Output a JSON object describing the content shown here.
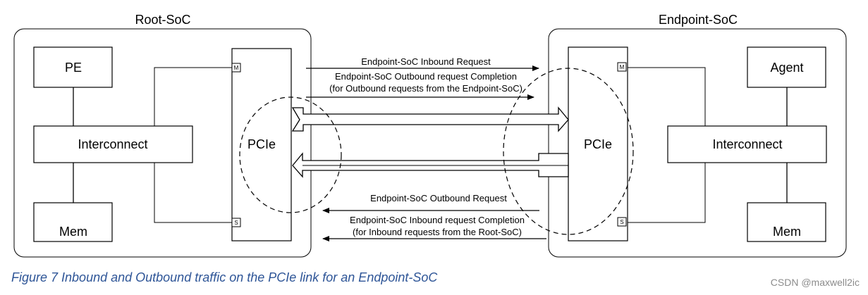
{
  "root_soc": {
    "title": "Root-SoC",
    "pe": "PE",
    "interconnect": "Interconnect",
    "mem": "Mem",
    "pcie": "PCIe",
    "port_m": "M",
    "port_s": "S"
  },
  "endpoint_soc": {
    "title": "Endpoint-SoC",
    "agent": "Agent",
    "interconnect": "Interconnect",
    "mem": "Mem",
    "pcie": "PCIe",
    "port_m": "M",
    "port_s": "S"
  },
  "link_labels": {
    "inbound_request": "Endpoint-SoC Inbound Request",
    "outbound_completion_line1": "Endpoint-SoC Outbound request Completion",
    "outbound_completion_line2": "(for Outbound requests from the Endpoint-SoC)",
    "outbound_request": "Endpoint-SoC Outbound Request",
    "inbound_completion_line1": "Endpoint-SoC Inbound request Completion",
    "inbound_completion_line2": "(for Inbound requests from the Root-SoC)"
  },
  "caption": "Figure 7 Inbound and Outbound traffic on the PCIe link for an Endpoint-SoC",
  "watermark": "CSDN @maxwell2ic",
  "colors": {
    "caption": "#2e5597",
    "line": "#000000",
    "watermark": "#8c8c8c"
  }
}
